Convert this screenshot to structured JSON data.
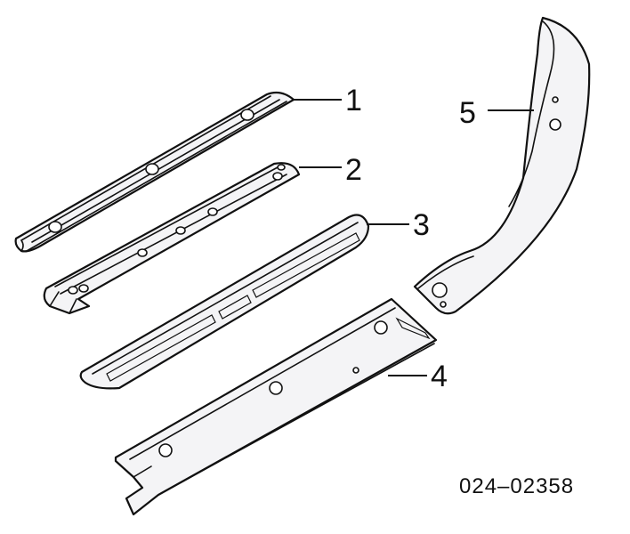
{
  "diagram": {
    "callouts": {
      "c1": "1",
      "c2": "2",
      "c3": "3",
      "c4": "4",
      "c5": "5"
    },
    "diagram_code": "024–02358"
  }
}
